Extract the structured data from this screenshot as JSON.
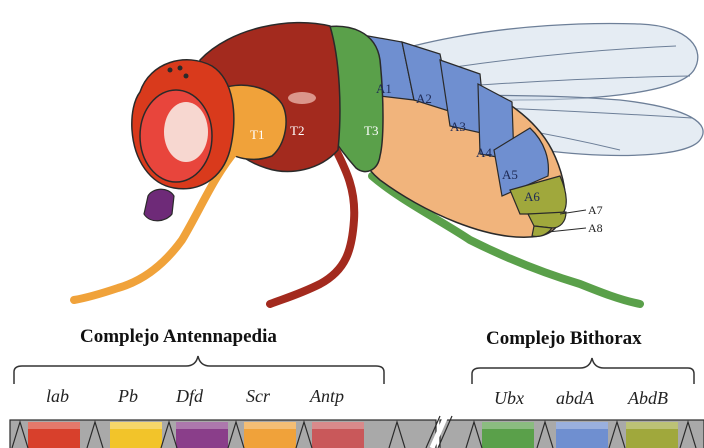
{
  "segments": {
    "thorax": [
      "T1",
      "T2",
      "T3"
    ],
    "abdomen": [
      "A1",
      "A2",
      "A3",
      "A4",
      "A5",
      "A6",
      "A7",
      "A8"
    ]
  },
  "complexes": [
    {
      "title": "Complejo Antennapedia",
      "genes": [
        {
          "name": "lab",
          "color": "#d8402c"
        },
        {
          "name": "Pb",
          "color": "#f2c42a"
        },
        {
          "name": "Dfd",
          "color": "#8a3e8a"
        },
        {
          "name": "Scr",
          "color": "#f0a23a"
        },
        {
          "name": "Antp",
          "color": "#c9585a"
        }
      ]
    },
    {
      "title": "Complejo Bithorax",
      "genes": [
        {
          "name": "Ubx",
          "color": "#5aa04a"
        },
        {
          "name": "abdA",
          "color": "#6f8fd0"
        },
        {
          "name": "AbdB",
          "color": "#a0a83c"
        }
      ]
    }
  ],
  "colors": {
    "head": "#d93a1c",
    "eye": "#e8453c",
    "t1": "#f0a23a",
    "t2": "#a32a1e",
    "t3": "#5aa04a",
    "abdomen_front": "#6f8fd0",
    "abdomen_rear": "#f1b47c",
    "abdomen_tip": "#a0a83c",
    "proboscis": "#6e2a78",
    "wing": "#cfdcea"
  }
}
